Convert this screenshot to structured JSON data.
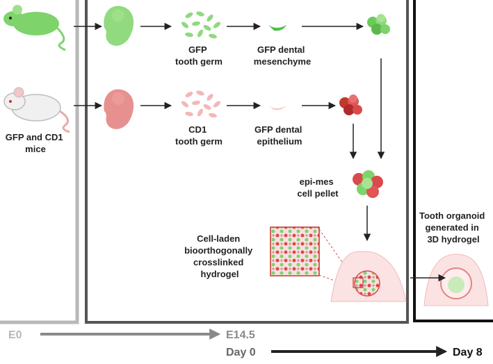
{
  "labels": {
    "gfp_tooth_germ": [
      "GFP",
      "tooth germ"
    ],
    "gfp_dental_mesenchyme": [
      "GFP dental",
      "mesenchyme"
    ],
    "mice": [
      "GFP and CD1",
      "mice"
    ],
    "cd1_tooth_germ": [
      "CD1",
      "tooth germ"
    ],
    "gfp_dental_epithelium": [
      "GFP dental",
      "epithelium"
    ],
    "pellet": [
      "epi-mes",
      "cell pellet"
    ],
    "hydrogel": [
      "Cell-laden",
      "bioorthogonally",
      "crosslinked",
      "hydrogel"
    ],
    "organoid": [
      "Tooth organoid",
      "generated in",
      "3D hydrogel"
    ]
  },
  "timeline": {
    "e0": "E0",
    "e14_5": "E14.5",
    "day0": "Day 0",
    "day8": "Day 8"
  },
  "colors": {
    "green": "#7ed36a",
    "red": "#d94a4a",
    "pink_tissue": "#f2b8b8",
    "grey_box": "#b8b8b8",
    "dark_box": "#555555",
    "black_box": "#111111",
    "timeline_grey": "#8a8a8a"
  }
}
